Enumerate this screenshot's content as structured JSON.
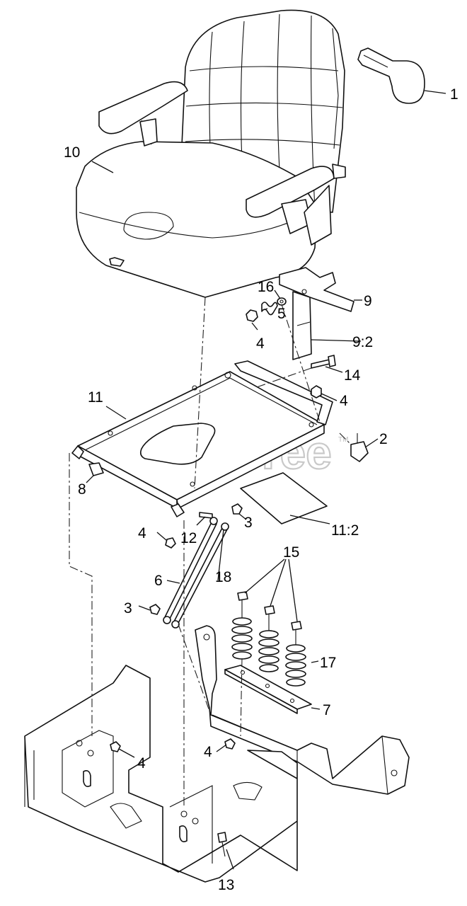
{
  "watermark": {
    "text": "PartsTree",
    "trademark": "TM"
  },
  "callouts": [
    {
      "id": "c1",
      "label": "1"
    },
    {
      "id": "c2",
      "label": "2"
    },
    {
      "id": "c3a",
      "label": "3"
    },
    {
      "id": "c3b",
      "label": "3"
    },
    {
      "id": "c4a",
      "label": "4"
    },
    {
      "id": "c4b",
      "label": "4"
    },
    {
      "id": "c4c",
      "label": "4"
    },
    {
      "id": "c4d",
      "label": "4"
    },
    {
      "id": "c4e",
      "label": "4"
    },
    {
      "id": "c5",
      "label": "5"
    },
    {
      "id": "c6",
      "label": "6"
    },
    {
      "id": "c7",
      "label": "7"
    },
    {
      "id": "c8",
      "label": "8"
    },
    {
      "id": "c9",
      "label": "9"
    },
    {
      "id": "c9_2",
      "label": "9:2"
    },
    {
      "id": "c10",
      "label": "10"
    },
    {
      "id": "c11",
      "label": "11"
    },
    {
      "id": "c11_2",
      "label": "11:2"
    },
    {
      "id": "c12",
      "label": "12"
    },
    {
      "id": "c13",
      "label": "13"
    },
    {
      "id": "c14",
      "label": "14"
    },
    {
      "id": "c15",
      "label": "15"
    },
    {
      "id": "c16",
      "label": "16"
    },
    {
      "id": "c17",
      "label": "17"
    },
    {
      "id": "c18",
      "label": "18"
    }
  ]
}
